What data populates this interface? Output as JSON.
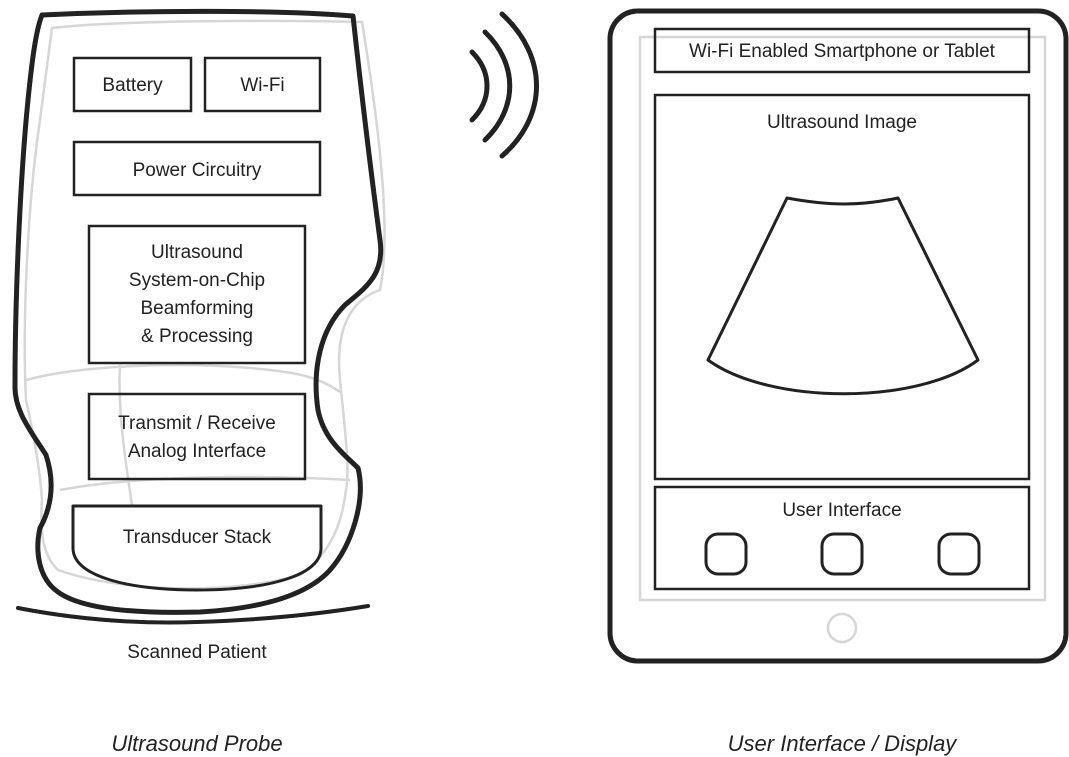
{
  "probe": {
    "battery": "Battery",
    "wifi": "Wi-Fi",
    "power": "Power Circuitry",
    "soc": [
      "Ultrasound",
      "System-on-Chip",
      "Beamforming",
      "& Processing"
    ],
    "tx_rx": [
      "Transmit / Receive",
      "Analog Interface"
    ],
    "transducer": "Transducer Stack",
    "patient": "Scanned Patient",
    "caption": "Ultrasound Probe"
  },
  "device": {
    "title": "Wi-Fi Enabled Smartphone or Tablet",
    "image_label": "Ultrasound Image",
    "ui_label": "User Interface",
    "caption": "User Interface / Display"
  },
  "colors": {
    "stroke": "#222222",
    "ghost": "#d6d6d6"
  },
  "icons": [
    "wireless-signal-icon",
    "home-button-icon"
  ]
}
